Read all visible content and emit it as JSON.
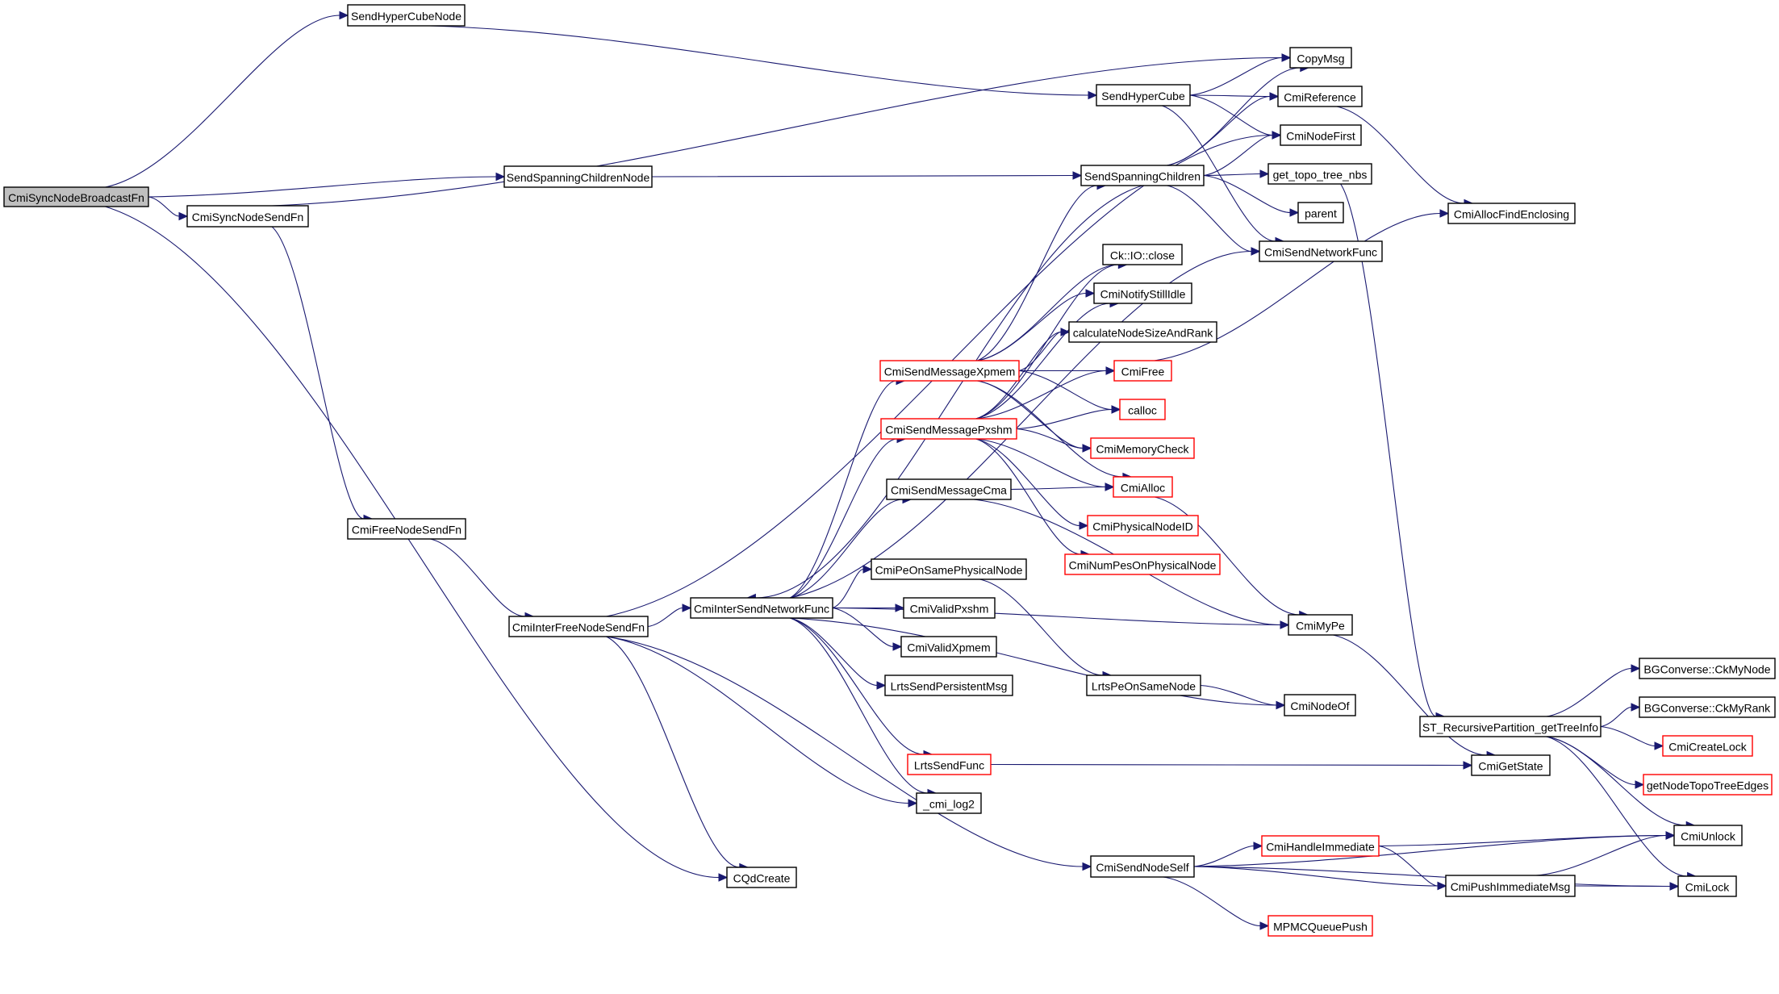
{
  "title": "CmiSyncNodeBroadcastFn call graph",
  "colors": {
    "edge": "#191970",
    "node_border": "#000000",
    "external_border": "#ff0000",
    "root_fill": "#bfbfbf",
    "node_fill": "#ffffff"
  },
  "root": "CmiSyncNodeBroadcastFn",
  "nodes": [
    {
      "id": "CmiSyncNodeBroadcastFn",
      "label": "CmiSyncNodeBroadcastFn",
      "kind": "root"
    },
    {
      "id": "SendHyperCubeNode",
      "label": "SendHyperCubeNode",
      "kind": "normal"
    },
    {
      "id": "SendSpanningChildrenNode",
      "label": "SendSpanningChildrenNode",
      "kind": "normal"
    },
    {
      "id": "CmiSyncNodeSendFn",
      "label": "CmiSyncNodeSendFn",
      "kind": "normal"
    },
    {
      "id": "CmiFreeNodeSendFn",
      "label": "CmiFreeNodeSendFn",
      "kind": "normal"
    },
    {
      "id": "CmiInterFreeNodeSendFn",
      "label": "CmiInterFreeNodeSendFn",
      "kind": "normal"
    },
    {
      "id": "CmiInterSendNetworkFunc",
      "label": "CmiInterSendNetworkFunc",
      "kind": "normal"
    },
    {
      "id": "CQdCreate",
      "label": "CQdCreate",
      "kind": "normal"
    },
    {
      "id": "SendHyperCube",
      "label": "SendHyperCube",
      "kind": "normal"
    },
    {
      "id": "SendSpanningChildren",
      "label": "SendSpanningChildren",
      "kind": "normal"
    },
    {
      "id": "CmiSendMessageXpmem",
      "label": "CmiSendMessageXpmem",
      "kind": "external"
    },
    {
      "id": "CmiSendMessagePxshm",
      "label": "CmiSendMessagePxshm",
      "kind": "external"
    },
    {
      "id": "CmiSendMessageCma",
      "label": "CmiSendMessageCma",
      "kind": "normal"
    },
    {
      "id": "CmiPeOnSamePhysicalNode",
      "label": "CmiPeOnSamePhysicalNode",
      "kind": "normal"
    },
    {
      "id": "CmiValidPxshm",
      "label": "CmiValidPxshm",
      "kind": "normal"
    },
    {
      "id": "CmiValidXpmem",
      "label": "CmiValidXpmem",
      "kind": "normal"
    },
    {
      "id": "LrtsSendPersistentMsg",
      "label": "LrtsSendPersistentMsg",
      "kind": "normal"
    },
    {
      "id": "LrtsSendFunc",
      "label": "LrtsSendFunc",
      "kind": "external"
    },
    {
      "id": "_cmi_log2",
      "label": "_cmi_log2",
      "kind": "normal"
    },
    {
      "id": "CmiSendNodeSelf",
      "label": "CmiSendNodeSelf",
      "kind": "normal"
    },
    {
      "id": "CopyMsg",
      "label": "CopyMsg",
      "kind": "normal"
    },
    {
      "id": "CmiReference",
      "label": "CmiReference",
      "kind": "normal"
    },
    {
      "id": "CmiNodeFirst",
      "label": "CmiNodeFirst",
      "kind": "normal"
    },
    {
      "id": "get_topo_tree_nbs",
      "label": "get_topo_tree_nbs",
      "kind": "normal"
    },
    {
      "id": "parent",
      "label": "parent",
      "kind": "normal"
    },
    {
      "id": "CmiSendNetworkFunc",
      "label": "CmiSendNetworkFunc",
      "kind": "normal"
    },
    {
      "id": "Ck::IO::close",
      "label": "Ck::IO::close",
      "kind": "normal"
    },
    {
      "id": "CmiNotifyStillIdle",
      "label": "CmiNotifyStillIdle",
      "kind": "normal"
    },
    {
      "id": "calculateNodeSizeAndRank",
      "label": "calculateNodeSizeAndRank",
      "kind": "normal"
    },
    {
      "id": "CmiFree",
      "label": "CmiFree",
      "kind": "external"
    },
    {
      "id": "calloc",
      "label": "calloc",
      "kind": "external"
    },
    {
      "id": "CmiMemoryCheck",
      "label": "CmiMemoryCheck",
      "kind": "external"
    },
    {
      "id": "CmiAlloc",
      "label": "CmiAlloc",
      "kind": "external"
    },
    {
      "id": "CmiPhysicalNodeID",
      "label": "CmiPhysicalNodeID",
      "kind": "external"
    },
    {
      "id": "CmiNumPesOnPhysicalNode",
      "label": "CmiNumPesOnPhysicalNode",
      "kind": "external"
    },
    {
      "id": "CmiMyPe",
      "label": "CmiMyPe",
      "kind": "normal"
    },
    {
      "id": "LrtsPeOnSameNode",
      "label": "LrtsPeOnSameNode",
      "kind": "normal"
    },
    {
      "id": "CmiNodeOf",
      "label": "CmiNodeOf",
      "kind": "normal"
    },
    {
      "id": "CmiGetState",
      "label": "CmiGetState",
      "kind": "normal"
    },
    {
      "id": "CmiHandleImmediate",
      "label": "CmiHandleImmediate",
      "kind": "external"
    },
    {
      "id": "CmiPushImmediateMsg",
      "label": "CmiPushImmediateMsg",
      "kind": "normal"
    },
    {
      "id": "MPMCQueuePush",
      "label": "MPMCQueuePush",
      "kind": "external"
    },
    {
      "id": "CmiAllocFindEnclosing",
      "label": "CmiAllocFindEnclosing",
      "kind": "normal"
    },
    {
      "id": "ST_RecursivePartition_getTreeInfo",
      "label": "ST_RecursivePartition_getTreeInfo",
      "kind": "normal"
    },
    {
      "id": "BGConverse::CkMyNode",
      "label": "BGConverse::CkMyNode",
      "kind": "normal"
    },
    {
      "id": "BGConverse::CkMyRank",
      "label": "BGConverse::CkMyRank",
      "kind": "normal"
    },
    {
      "id": "CmiCreateLock",
      "label": "CmiCreateLock",
      "kind": "external"
    },
    {
      "id": "getNodeTopoTreeEdges",
      "label": "getNodeTopoTreeEdges",
      "kind": "external"
    },
    {
      "id": "CmiUnlock",
      "label": "CmiUnlock",
      "kind": "normal"
    },
    {
      "id": "CmiLock",
      "label": "CmiLock",
      "kind": "normal"
    }
  ],
  "edges": [
    [
      "CmiSyncNodeBroadcastFn",
      "SendHyperCubeNode"
    ],
    [
      "CmiSyncNodeBroadcastFn",
      "SendSpanningChildrenNode"
    ],
    [
      "CmiSyncNodeBroadcastFn",
      "CmiSyncNodeSendFn"
    ],
    [
      "CmiSyncNodeBroadcastFn",
      "CQdCreate"
    ],
    [
      "SendHyperCubeNode",
      "SendHyperCube"
    ],
    [
      "SendSpanningChildrenNode",
      "SendSpanningChildren"
    ],
    [
      "CmiSyncNodeSendFn",
      "CopyMsg"
    ],
    [
      "CmiSyncNodeSendFn",
      "CmiFreeNodeSendFn"
    ],
    [
      "CmiFreeNodeSendFn",
      "CmiInterFreeNodeSendFn"
    ],
    [
      "CmiInterFreeNodeSendFn",
      "CmiInterSendNetworkFunc"
    ],
    [
      "CmiInterFreeNodeSendFn",
      "CmiNodeFirst"
    ],
    [
      "CmiInterFreeNodeSendFn",
      "_cmi_log2"
    ],
    [
      "CmiInterFreeNodeSendFn",
      "CQdCreate"
    ],
    [
      "CmiInterFreeNodeSendFn",
      "CmiSendNodeSelf"
    ],
    [
      "SendHyperCube",
      "CopyMsg"
    ],
    [
      "SendHyperCube",
      "CmiReference"
    ],
    [
      "SendHyperCube",
      "CmiNodeFirst"
    ],
    [
      "SendHyperCube",
      "CmiSendNetworkFunc"
    ],
    [
      "SendSpanningChildren",
      "CopyMsg"
    ],
    [
      "SendSpanningChildren",
      "CmiReference"
    ],
    [
      "SendSpanningChildren",
      "CmiNodeFirst"
    ],
    [
      "SendSpanningChildren",
      "get_topo_tree_nbs"
    ],
    [
      "SendSpanningChildren",
      "parent"
    ],
    [
      "SendSpanningChildren",
      "CmiSendNetworkFunc"
    ],
    [
      "SendSpanningChildren",
      "CmiInterSendNetworkFunc"
    ],
    [
      "CmiInterSendNetworkFunc",
      "CmiSendNetworkFunc"
    ],
    [
      "CmiInterSendNetworkFunc",
      "CmiSendMessageXpmem"
    ],
    [
      "CmiInterSendNetworkFunc",
      "CmiSendMessagePxshm"
    ],
    [
      "CmiInterSendNetworkFunc",
      "CmiSendMessageCma"
    ],
    [
      "CmiInterSendNetworkFunc",
      "CmiPeOnSamePhysicalNode"
    ],
    [
      "CmiInterSendNetworkFunc",
      "CmiValidPxshm"
    ],
    [
      "CmiInterSendNetworkFunc",
      "CmiValidXpmem"
    ],
    [
      "CmiInterSendNetworkFunc",
      "LrtsSendPersistentMsg"
    ],
    [
      "CmiInterSendNetworkFunc",
      "LrtsSendFunc"
    ],
    [
      "CmiInterSendNetworkFunc",
      "_cmi_log2"
    ],
    [
      "CmiInterSendNetworkFunc",
      "CmiMyPe"
    ],
    [
      "CmiInterSendNetworkFunc",
      "CmiNodeOf"
    ],
    [
      "CmiSendMessageXpmem",
      "SendSpanningChildren"
    ],
    [
      "CmiSendMessageXpmem",
      "Ck::IO::close"
    ],
    [
      "CmiSendMessageXpmem",
      "CmiNotifyStillIdle"
    ],
    [
      "CmiSendMessageXpmem",
      "calculateNodeSizeAndRank"
    ],
    [
      "CmiSendMessageXpmem",
      "CmiFree"
    ],
    [
      "CmiSendMessageXpmem",
      "calloc"
    ],
    [
      "CmiSendMessageXpmem",
      "CmiMemoryCheck"
    ],
    [
      "CmiSendMessageXpmem",
      "CmiAlloc"
    ],
    [
      "CmiSendMessagePxshm",
      "Ck::IO::close"
    ],
    [
      "CmiSendMessagePxshm",
      "CmiNotifyStillIdle"
    ],
    [
      "CmiSendMessagePxshm",
      "calculateNodeSizeAndRank"
    ],
    [
      "CmiSendMessagePxshm",
      "CmiFree"
    ],
    [
      "CmiSendMessagePxshm",
      "calloc"
    ],
    [
      "CmiSendMessagePxshm",
      "CmiMemoryCheck"
    ],
    [
      "CmiSendMessagePxshm",
      "CmiAlloc"
    ],
    [
      "CmiSendMessagePxshm",
      "CmiPhysicalNodeID"
    ],
    [
      "CmiSendMessagePxshm",
      "CmiNumPesOnPhysicalNode"
    ],
    [
      "CmiSendMessageCma",
      "CmiAlloc"
    ],
    [
      "CmiSendMessageCma",
      "CmiMyPe"
    ],
    [
      "CmiPeOnSamePhysicalNode",
      "LrtsPeOnSameNode"
    ],
    [
      "LrtsPeOnSameNode",
      "CmiNodeOf"
    ],
    [
      "LrtsSendFunc",
      "CmiGetState"
    ],
    [
      "CmiReference",
      "CmiAllocFindEnclosing"
    ],
    [
      "CmiFree",
      "CmiAllocFindEnclosing"
    ],
    [
      "CmiAlloc",
      "CmiMyPe"
    ],
    [
      "CmiMyPe",
      "CmiGetState"
    ],
    [
      "get_topo_tree_nbs",
      "ST_RecursivePartition_getTreeInfo"
    ],
    [
      "ST_RecursivePartition_getTreeInfo",
      "BGConverse::CkMyNode"
    ],
    [
      "ST_RecursivePartition_getTreeInfo",
      "BGConverse::CkMyRank"
    ],
    [
      "ST_RecursivePartition_getTreeInfo",
      "CmiCreateLock"
    ],
    [
      "ST_RecursivePartition_getTreeInfo",
      "getNodeTopoTreeEdges"
    ],
    [
      "ST_RecursivePartition_getTreeInfo",
      "CmiUnlock"
    ],
    [
      "ST_RecursivePartition_getTreeInfo",
      "CmiLock"
    ],
    [
      "CmiSendNodeSelf",
      "CmiHandleImmediate"
    ],
    [
      "CmiSendNodeSelf",
      "CmiUnlock"
    ],
    [
      "CmiSendNodeSelf",
      "CmiPushImmediateMsg"
    ],
    [
      "CmiSendNodeSelf",
      "MPMCQueuePush"
    ],
    [
      "CmiSendNodeSelf",
      "CmiLock"
    ],
    [
      "CmiHandleImmediate",
      "CmiUnlock"
    ],
    [
      "CmiHandleImmediate",
      "CmiPushImmediateMsg"
    ],
    [
      "CmiPushImmediateMsg",
      "CmiUnlock"
    ],
    [
      "CmiPushImmediateMsg",
      "CmiLock"
    ]
  ]
}
